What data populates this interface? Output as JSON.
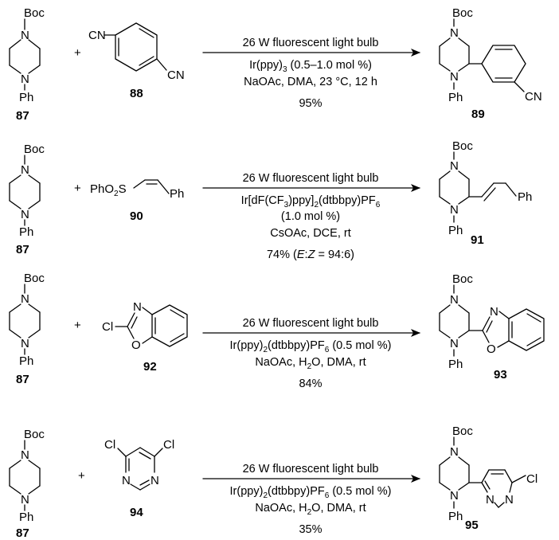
{
  "labels": {
    "boc": "Boc",
    "n": "N",
    "o": "O",
    "ph": "Ph",
    "cn": "CN",
    "cl": "Cl",
    "plus": "+",
    "pho2s": "PhO",
    "sub2": "2",
    "s": "S"
  },
  "reactions": [
    {
      "sm": "87",
      "reagent": "88",
      "product": "89",
      "light": "26 W fluorescent light bulb",
      "cat_pre": "Ir(ppy)",
      "cat_sub": "3",
      "cat_post": " (0.5–1.0 mol %)",
      "conditions": "NaOAc, DMA, 23 °C, 12 h",
      "yield": "95%"
    },
    {
      "sm": "87",
      "reagent": "90",
      "product": "91",
      "light": "26 W fluorescent light bulb",
      "cat_a": "Ir[dF(CF",
      "cat_sub1": "3",
      "cat_b": ")ppy]",
      "cat_sub2": "2",
      "cat_c": "(dtbbpy)PF",
      "cat_sub3": "6",
      "loading": "(1.0 mol %)",
      "conditions": "CsOAc, DCE, rt",
      "yield_pre": "74% (",
      "yield_e": "E",
      "yield_colon": ":",
      "yield_z": "Z",
      "yield_post": " = 94:6)"
    },
    {
      "sm": "87",
      "reagent": "92",
      "product": "93",
      "light": "26 W fluorescent light bulb",
      "cat_a": "Ir(ppy)",
      "cat_sub1": "2",
      "cat_b": "(dtbbpy)PF",
      "cat_sub2": "6",
      "cat_post": " (0.5 mol %)",
      "cond_a": "NaOAc, H",
      "cond_sub": "2",
      "cond_b": "O, DMA, rt",
      "yield": "84%"
    },
    {
      "sm": "87",
      "reagent": "94",
      "product": "95",
      "light": "26 W fluorescent light bulb",
      "cat_a": "Ir(ppy)",
      "cat_sub1": "2",
      "cat_b": "(dtbbpy)PF",
      "cat_sub2": "6",
      "cat_post": " (0.5 mol %)",
      "cond_a": "NaOAc, H",
      "cond_sub": "2",
      "cond_b": "O, DMA, rt",
      "yield": "35%"
    }
  ]
}
